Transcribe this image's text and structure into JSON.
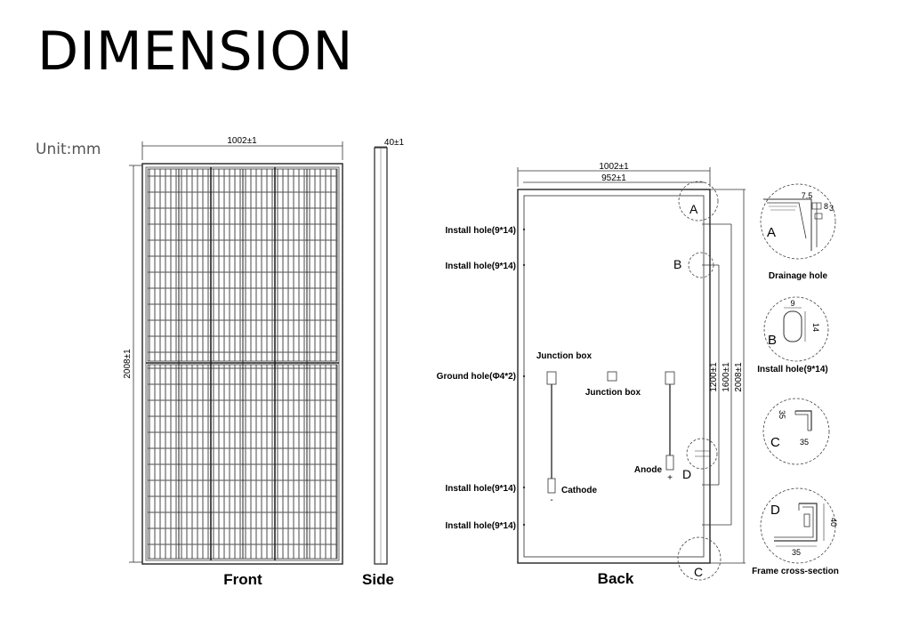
{
  "header": {
    "title": "DIMENSION",
    "unit": "Unit:mm"
  },
  "front": {
    "width_label": "1002±1",
    "height_label": "2008±1",
    "caption": "Front"
  },
  "side": {
    "thickness_label": "40±1",
    "caption": "Side"
  },
  "back": {
    "outer_width_label": "1002±1",
    "inner_width_label": "952±1",
    "dim_1200": "1200±1",
    "dim_1600": "1600±1",
    "dim_2008": "2008±1",
    "caption": "Back",
    "labels": {
      "install_hole_1": "Install hole(9*14)",
      "install_hole_2": "Install hole(9*14)",
      "ground_hole": "Ground hole(Φ4*2)",
      "install_hole_3": "Install hole(9*14)",
      "install_hole_4": "Install hole(9*14)",
      "junction_box_top": "Junction box",
      "junction_box_mid": "Junction box",
      "anode": "Anode",
      "cathode": "Cathode",
      "minus_sign": "-",
      "plus_sign": "+"
    },
    "markers": {
      "a": "A",
      "b": "B",
      "c": "C",
      "d": "D"
    }
  },
  "details": {
    "a": {
      "letter": "A",
      "caption": "Drainage hole",
      "dims": [
        "7.5",
        "8",
        "3"
      ]
    },
    "b": {
      "letter": "B",
      "caption": "Install hole(9*14)",
      "dims": [
        "9",
        "14"
      ]
    },
    "c": {
      "letter": "C",
      "caption": "",
      "dims": [
        "35",
        "35"
      ]
    },
    "d": {
      "letter": "D",
      "caption": "Frame cross-section",
      "dims": [
        "40",
        "35"
      ]
    }
  }
}
